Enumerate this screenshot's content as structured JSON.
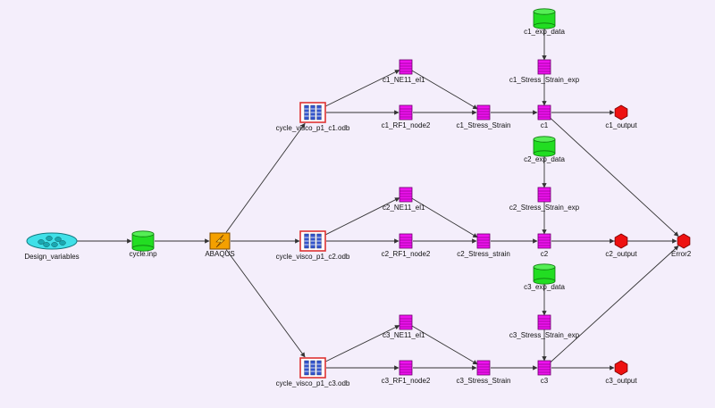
{
  "colors": {
    "background": "#f4eefb",
    "edge": "#333333",
    "design_variables": "#40e0e8",
    "data_file": "#22dd22",
    "abaqus": "#f4a000",
    "odb_frame": "#dd3333",
    "odb_fill": "#3355cc",
    "data_node": "#ee11ee",
    "output_node": "#ee1111"
  },
  "nodes": {
    "design_variables": {
      "label": "Design_variables",
      "icon": "design-variables-icon"
    },
    "cycle_inp": {
      "label": "cycle.inp",
      "icon": "data-file-icon"
    },
    "abaqus": {
      "label": "ABAQUS",
      "icon": "abaqus-solver-icon"
    },
    "odb1": {
      "label": "cycle_visco_p1_c1.odb",
      "icon": "odb-result-icon"
    },
    "odb2": {
      "label": "cycle_visco_p1_c2.odb",
      "icon": "odb-result-icon"
    },
    "odb3": {
      "label": "cycle_visco_p1_c3.odb",
      "icon": "odb-result-icon"
    },
    "ne1": {
      "label": "c1_NE11_el1",
      "icon": "data-node-icon"
    },
    "ne2": {
      "label": "c2_NE11_el1",
      "icon": "data-node-icon"
    },
    "ne3": {
      "label": "c3_NE11_el1",
      "icon": "data-node-icon"
    },
    "rf1": {
      "label": "c1_RF1_node2",
      "icon": "data-node-icon"
    },
    "rf2": {
      "label": "c2_RF1_node2",
      "icon": "data-node-icon"
    },
    "rf3": {
      "label": "c3_RF1_node2",
      "icon": "data-node-icon"
    },
    "ss1": {
      "label": "c1_Stress_Strain",
      "icon": "data-node-icon"
    },
    "ss2": {
      "label": "c2_Stress_strain",
      "icon": "data-node-icon"
    },
    "ss3": {
      "label": "c3_Stress_Strain",
      "icon": "data-node-icon"
    },
    "exp1": {
      "label": "c1_exp_data",
      "icon": "data-file-icon"
    },
    "exp2": {
      "label": "c2_exp_data",
      "icon": "data-file-icon"
    },
    "exp3": {
      "label": "c3_exp_data",
      "icon": "data-file-icon"
    },
    "sse1": {
      "label": "c1_Stress_Strain_exp",
      "icon": "data-node-icon"
    },
    "sse2": {
      "label": "c2_Stress_Strain_exp",
      "icon": "data-node-icon"
    },
    "sse3": {
      "label": "c3_Stress_Strain_exp",
      "icon": "data-node-icon"
    },
    "c1": {
      "label": "c1",
      "icon": "data-node-icon"
    },
    "c2": {
      "label": "c2",
      "icon": "data-node-icon"
    },
    "c3": {
      "label": "c3",
      "icon": "data-node-icon"
    },
    "out1": {
      "label": "c1_output",
      "icon": "output-node-icon"
    },
    "out2": {
      "label": "c2_output",
      "icon": "output-node-icon"
    },
    "out3": {
      "label": "c3_output",
      "icon": "output-node-icon"
    },
    "error2": {
      "label": "Error2",
      "icon": "output-node-icon"
    }
  },
  "edges": [
    [
      "design_variables",
      "cycle_inp"
    ],
    [
      "cycle_inp",
      "abaqus"
    ],
    [
      "abaqus",
      "odb1"
    ],
    [
      "abaqus",
      "odb2"
    ],
    [
      "abaqus",
      "odb3"
    ],
    [
      "odb1",
      "ne1"
    ],
    [
      "odb1",
      "rf1"
    ],
    [
      "odb2",
      "ne2"
    ],
    [
      "odb2",
      "rf2"
    ],
    [
      "odb3",
      "ne3"
    ],
    [
      "odb3",
      "rf3"
    ],
    [
      "ne1",
      "ss1"
    ],
    [
      "rf1",
      "ss1"
    ],
    [
      "ne2",
      "ss2"
    ],
    [
      "rf2",
      "ss2"
    ],
    [
      "ne3",
      "ss3"
    ],
    [
      "rf3",
      "ss3"
    ],
    [
      "ss1",
      "c1"
    ],
    [
      "ss2",
      "c2"
    ],
    [
      "ss3",
      "c3"
    ],
    [
      "exp1",
      "sse1"
    ],
    [
      "sse1",
      "c1"
    ],
    [
      "exp2",
      "sse2"
    ],
    [
      "sse2",
      "c2"
    ],
    [
      "exp3",
      "sse3"
    ],
    [
      "sse3",
      "c3"
    ],
    [
      "c1",
      "out1"
    ],
    [
      "c2",
      "out2"
    ],
    [
      "c3",
      "out3"
    ],
    [
      "c1",
      "error2"
    ],
    [
      "c2",
      "error2"
    ],
    [
      "c3",
      "error2"
    ]
  ]
}
